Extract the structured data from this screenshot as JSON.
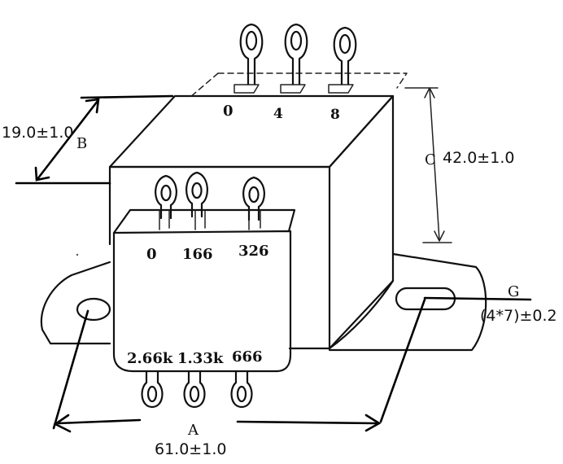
{
  "dimensions": {
    "A": {
      "letter": "A",
      "value": "61.0±1.0"
    },
    "B": {
      "letter": "B",
      "value": "19.0±1.0"
    },
    "C": {
      "letter": "C",
      "value": "42.0±1.0"
    },
    "G": {
      "letter": "G",
      "value": "(4*7)±0.2"
    }
  },
  "top_terminals": [
    "0",
    "4",
    "8"
  ],
  "front_upper_terminals": [
    "0",
    "166",
    "326"
  ],
  "front_lower_terminals": [
    "2.66k",
    "1.33k",
    "666"
  ]
}
